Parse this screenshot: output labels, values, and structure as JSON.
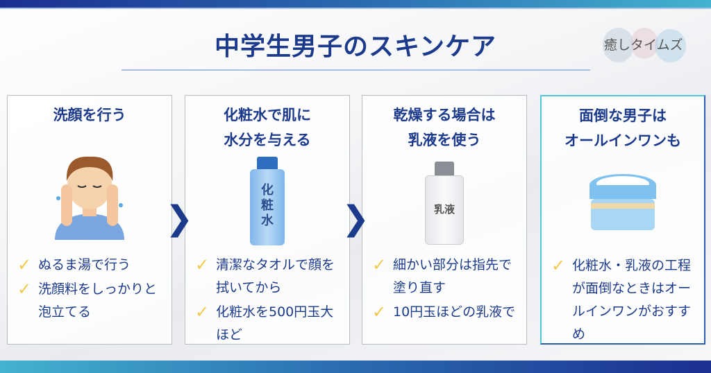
{
  "title": "中学生男子のスキンケア",
  "logo": "癒しタイムズ",
  "steps": [
    {
      "title": "洗顔を行う",
      "icon": "face-washing-boy",
      "items": [
        "ぬるま湯で行う",
        "洗顔料をしっかりと泡立てる"
      ]
    },
    {
      "title": "化粧水で肌に\n水分を与える",
      "icon": "lotion-bottle",
      "bottle_label": "化粧水",
      "items": [
        "清潔なタオルで顔を拭いてから",
        "化粧水を500円玉大ほど"
      ]
    },
    {
      "title": "乾燥する場合は\n乳液を使う",
      "icon": "milk-lotion-bottle",
      "bottle_label": "乳液",
      "items": [
        "細かい部分は指先で塗り直す",
        "10円玉ほどの乳液で"
      ]
    },
    {
      "title": "面倒な男子は\nオールインワンも",
      "icon": "cream-jar",
      "items": [
        "化粧水・乳液の工程が面倒なときはオールインワンがおすすめ"
      ]
    }
  ],
  "check": "✓",
  "arrow": "❯",
  "colors": {
    "accent": "#1c3a8c",
    "check": "#f2c94c",
    "highlight": "#4fc6dc"
  }
}
